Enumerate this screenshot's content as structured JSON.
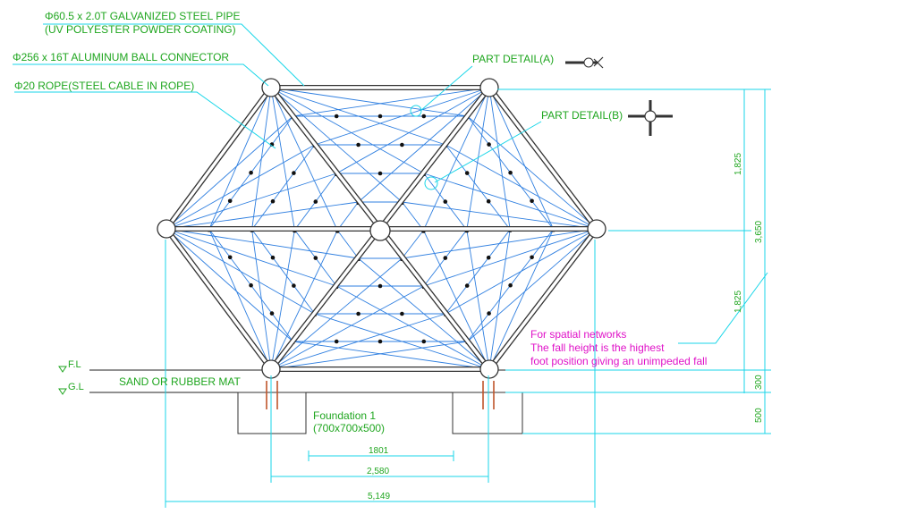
{
  "callouts": {
    "pipe_line1": "Φ60.5 x 2.0T GALVANIZED STEEL PIPE",
    "pipe_line2": "(UV POLYESTER POWDER COATING)",
    "ball": "Φ256 x 16T ALUMINUM BALL CONNECTOR",
    "rope": "Φ20 ROPE(STEEL CABLE IN ROPE)",
    "detail_a": "PART DETAIL(A)",
    "detail_b": "PART DETAIL(B)"
  },
  "levels": {
    "fl": "F.L",
    "gl": "G.L",
    "ground_note": "SAND OR RUBBER MAT"
  },
  "foundation": {
    "title": "Foundation 1",
    "size": "(700x700x500)"
  },
  "note": {
    "line1": "For spatial networks",
    "line2": "The fall height is the highest",
    "line3": "foot position giving an unimpeded fall"
  },
  "dimensions": {
    "horizontal": [
      "1801",
      "2,580",
      "5,149"
    ],
    "vertical": [
      "1,825",
      "1,825",
      "3,650",
      "300",
      "500"
    ]
  },
  "colors": {
    "label": "#1fa61f",
    "note": "#e012c8",
    "leader": "#18d6e8",
    "rope": "#2f7fe0",
    "pipe": "#333333"
  }
}
